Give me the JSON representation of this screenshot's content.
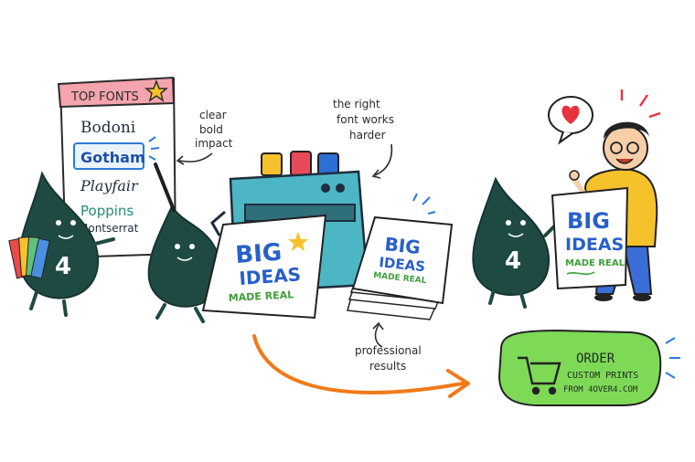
{
  "font_panel": {
    "title": "TOP FONTS",
    "fonts": [
      "Bodoni",
      "Gotham",
      "Playfair",
      "Poppins",
      "Montserrat"
    ],
    "highlighted": "Gotham"
  },
  "notes": {
    "clear": [
      "clear",
      "bold",
      "impact"
    ],
    "right_font": [
      "the right",
      "font works",
      "harder"
    ],
    "professional": [
      "professional",
      "results"
    ]
  },
  "mascot": {
    "number": "4"
  },
  "poster": {
    "line1": "BIG",
    "line2": "IDEAS",
    "line3": "MADE REAL"
  },
  "order_button": {
    "title": "ORDER",
    "line2": "CUSTOM PRINTS",
    "line3": "FROM 4OVER4.COM"
  },
  "colors": {
    "ink_drop": "#1f4a44",
    "machine": "#4cb6c4",
    "order_green": "#7ed957",
    "arrow_orange": "#f07a1a",
    "poster_blue": "#2760c9",
    "poster_green": "#3f9f3a",
    "heart": "#e8323c",
    "panel_header": "#f4a4ad"
  }
}
